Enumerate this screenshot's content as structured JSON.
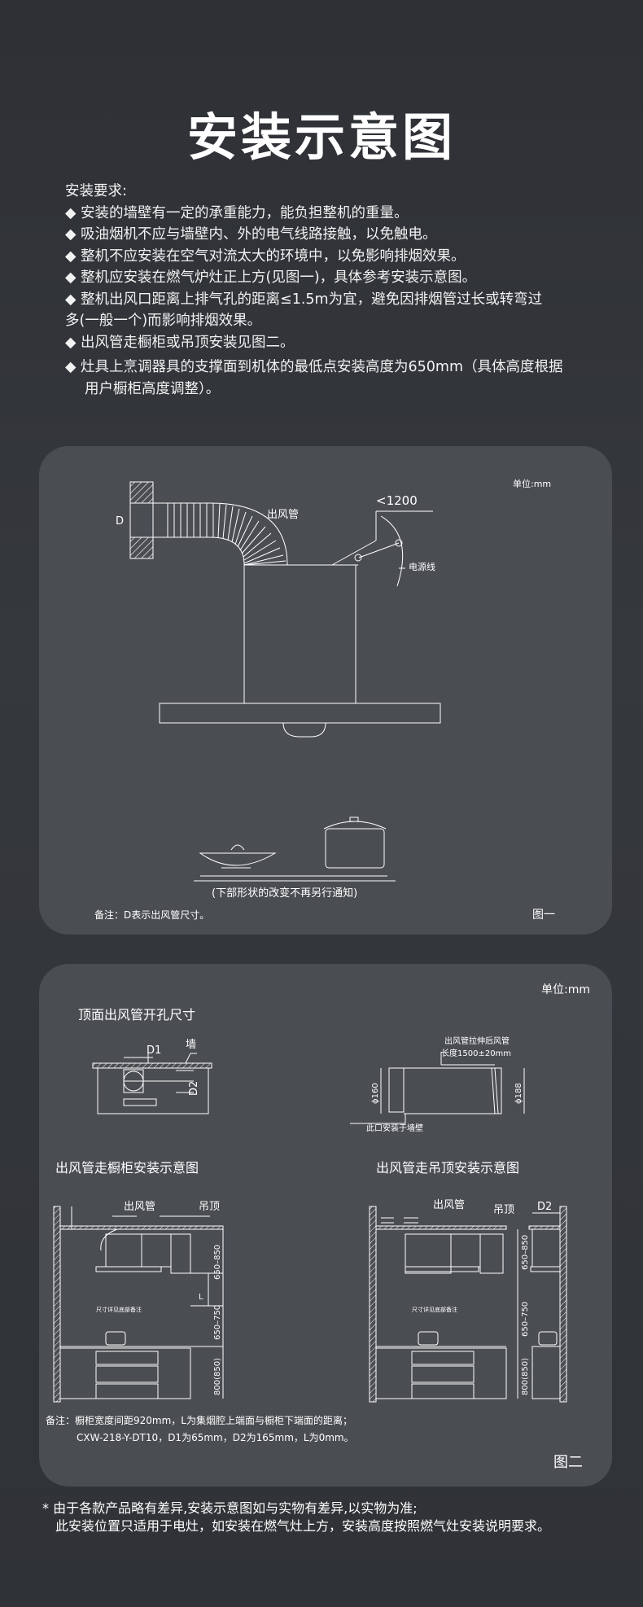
{
  "title": "安装示意图",
  "requirements": {
    "heading": "安装要求:",
    "items": [
      "安装的墙壁有一定的承重能力，能负担整机的重量。",
      "吸油烟机不应与墙壁内、外的电气线路接触，以免触电。",
      "整机不应安装在空气对流太大的环境中，以免影响排烟效果。",
      "整机应安装在燃气炉灶正上方(见图一)，具体参考安装示意图。",
      "整机出风口距离上排气孔的距离≤1.5m为宜，避免因排烟管过长或转弯过",
      "出风管走橱柜或吊顶安装见图二。",
      "灶具上烹调器具的支撑面到机体的最低点安装高度为650mm（具体高度根据"
    ],
    "item5_cont": "多(一般一个)而影响排烟效果。",
    "item7_cont": "用户橱柜高度调整）。"
  },
  "fig1": {
    "unit": "单位:mm",
    "label_d": "D",
    "duct": "出风管",
    "angle": "<1200",
    "power": "电源线",
    "shape_note": "(下部形状的改变不再另行通知)",
    "note": "备注：D表示出风管尺寸。",
    "fig_label": "图一"
  },
  "fig2": {
    "unit": "单位:mm",
    "top_title": "顶面出风管开孔尺寸",
    "d1": "D1",
    "wall": "墙",
    "d2": "D2",
    "stretch1": "出风管拉伸后风管",
    "stretch2": "长度1500±20mm",
    "phi160": "ϕ160",
    "phi188": "ϕ188",
    "outlet": "此口安装于墙壁",
    "cab_title": "出风管走橱柜安装示意图",
    "ceil_title": "出风管走吊顶安装示意图",
    "duct": "出风管",
    "ceiling": "吊顶",
    "dim_650_850": "650–850",
    "dim_650_750": "650–750",
    "dim_800": "800(850)",
    "dim_l": "L",
    "small_note": "尺寸详见底部备注",
    "note1": "备注：橱柜宽度间距920mm，L为集烟腔上端面与橱柜下端面的距离；",
    "note2": "CXW-218-Y-DT10，D1为65mm，D2为165mm，L为0mm。",
    "fig_label": "图二"
  },
  "footnote": {
    "line1": "*  由于各款产品略有差异,安装示意图如与实物有差异,以实物为准;",
    "line2": "此安装位置只适用于电灶，如安装在燃气灶上方，安装高度按照燃气灶安装说明要求。"
  }
}
